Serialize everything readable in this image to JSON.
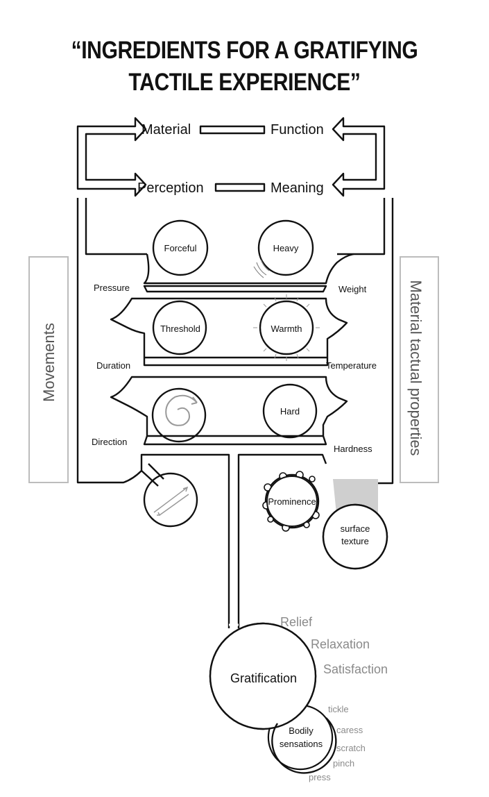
{
  "title": {
    "line1": "“INGREDIENTS FOR A GRATIFYING",
    "line2": "TACTILE EXPERIENCE”"
  },
  "top": {
    "material": "Material",
    "function": "Function",
    "perception": "Perception",
    "meaning": "Meaning"
  },
  "side_labels": {
    "left": "Movements",
    "right": "Material tactual properties"
  },
  "circles": {
    "forceful": "Forceful",
    "heavy": "Heavy",
    "threshold": "Threshold",
    "warmth": "Warmth",
    "hard": "Hard",
    "prominence": "Prominence",
    "surface_texture_1": "surface",
    "surface_texture_2": "texture",
    "gratification": "Gratification",
    "bodily_1": "Bodily",
    "bodily_2": "sensations"
  },
  "labels": {
    "pressure": "Pressure",
    "weight": "Weight",
    "duration": "Duration",
    "temperature": "Temperature",
    "direction": "Direction",
    "hardness": "Hardness"
  },
  "outcomes": [
    "Relief",
    "Relaxation",
    "Satisfaction"
  ],
  "sensations": [
    "tickle",
    "caress",
    "scratch",
    "pinch",
    "press"
  ]
}
